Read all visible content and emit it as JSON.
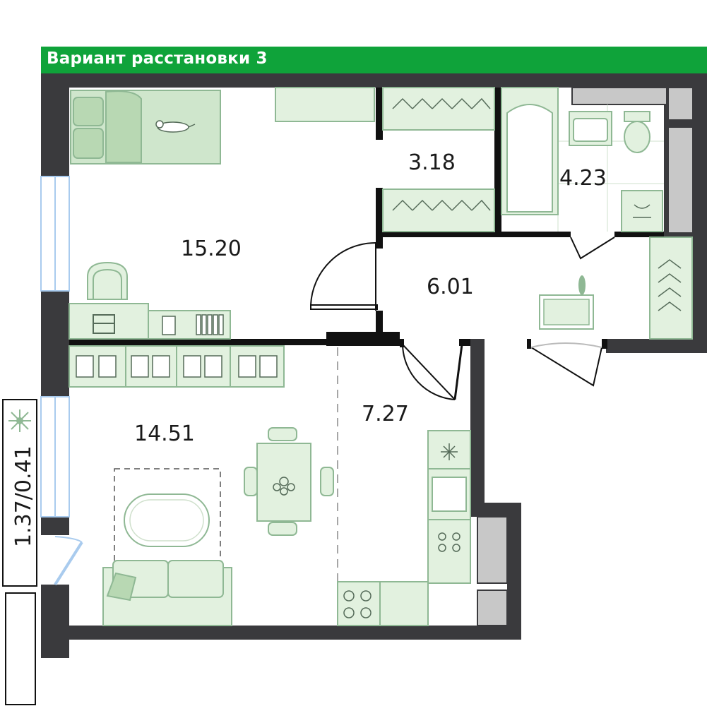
{
  "banner": {
    "title": "Вариант расстановки 3"
  },
  "rooms": {
    "bedroom_area": "15.20",
    "wardrobe_area": "3.18",
    "bathroom_area": "4.23",
    "hall_area": "6.01",
    "living_area": "14.51",
    "kitchen_area": "7.27"
  },
  "balcony": {
    "label": "1.37/0.41"
  },
  "colors": {
    "wall": "#3a3a3d",
    "furniture_fill": "#e2f1df",
    "furniture_stroke": "#8fb894",
    "bed_fill": "#cfe6cc",
    "banner": "#0fa33a",
    "window": "#a9cbee"
  }
}
